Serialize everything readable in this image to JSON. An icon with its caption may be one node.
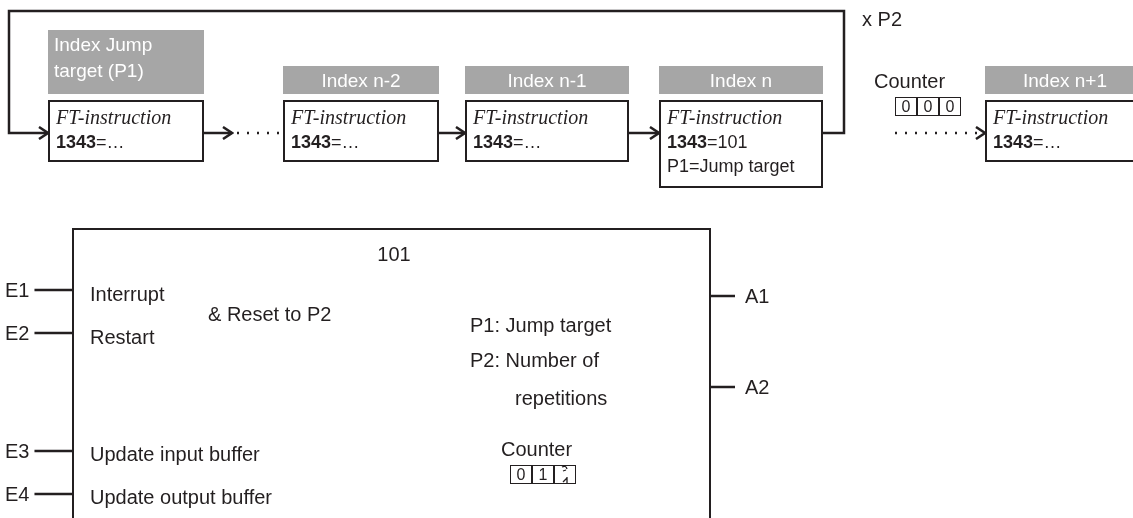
{
  "diagram": {
    "nodes": [
      {
        "text": [
          "Index Jump target (P1)",
          "FT-instruction",
          "**1343**=…"
        ]
      },
      {
        "text": [
          "Index n-2",
          "FT-instruction",
          "**1343**=…"
        ]
      },
      {
        "text": [
          "Index n-1",
          "FT-instruction",
          "**1343**=…"
        ]
      },
      {
        "text": [
          "Index n",
          "FT-instruction",
          "**1343**=101",
          "P1=Jump target"
        ]
      },
      {
        "text": [
          "Index n+1",
          "FT-instruction",
          "**1343**=…"
        ]
      },
      {
        "text": [
          "101",
          "Interrupt",
          "Restart",
          "& Reset to P2",
          "P1: Jump target",
          "P2: Number of repetitions",
          "Update input buffer",
          "Update output buffer",
          "Counter"
        ]
      },
      {
        "text": [
          "E1"
        ]
      },
      {
        "text": [
          "E2"
        ]
      },
      {
        "text": [
          "E3"
        ]
      },
      {
        "text": [
          "E4"
        ]
      },
      {
        "text": [
          "A1"
        ]
      },
      {
        "text": [
          "A2"
        ]
      }
    ],
    "edges": [
      {
        "from": 0,
        "to": null,
        "arrow": "to"
      },
      {
        "from": null,
        "to": 1,
        "arrow": "none",
        "style": "dashed"
      },
      {
        "from": 1,
        "to": 2,
        "arrow": "to"
      },
      {
        "from": 2,
        "to": 3,
        "arrow": "to"
      },
      {
        "from": 3,
        "to": 0,
        "arrow": "to",
        "label": "x P2"
      },
      {
        "from": null,
        "to": 4,
        "arrow": "to",
        "style": "dashed"
      },
      {
        "from": 6,
        "to": 5,
        "arrow": "none"
      },
      {
        "from": 7,
        "to": 5,
        "arrow": "none"
      },
      {
        "from": 8,
        "to": 5,
        "arrow": "none"
      },
      {
        "from": 9,
        "to": 5,
        "arrow": "none"
      },
      {
        "from": 5,
        "to": 10,
        "arrow": "none"
      },
      {
        "from": 5,
        "to": 11,
        "arrow": "none"
      }
    ],
    "labels": [
      "Counter",
      "0",
      "0",
      "0",
      "0",
      "1"
    ]
  }
}
